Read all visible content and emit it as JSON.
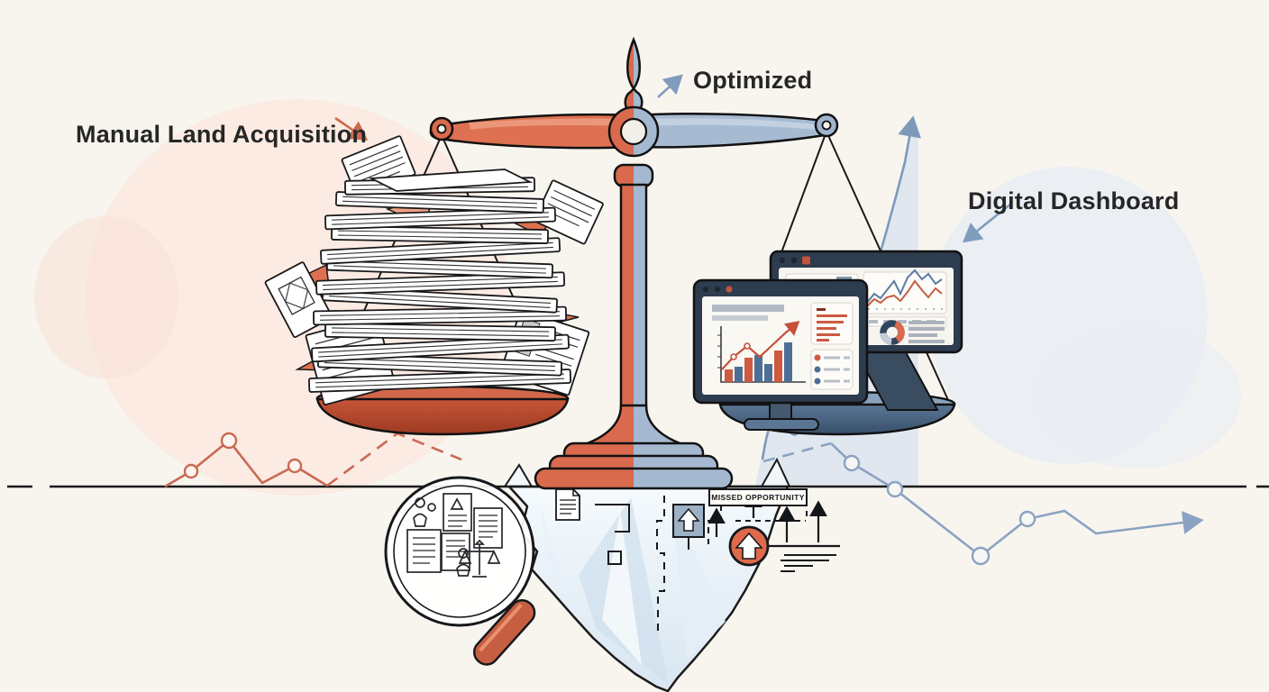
{
  "labels": {
    "manual": "Manual Land Acquisition",
    "optimized": "Optimized",
    "digital": "Digital Dashboard",
    "missed": "MISSED OPPORTUNITY"
  },
  "colors": {
    "background": "#f8f5ef",
    "accent_orange": "#d96a4d",
    "accent_blue": "#9fb4cc",
    "monitor_frame": "#2d3c4e",
    "ink": "#1a1a1a",
    "ice": "#e3edf5",
    "chart_red_line": "#c96a52",
    "chart_blue_line": "#8ba3c2"
  },
  "icons": {
    "scale": "balance-scale-icon",
    "papers": "paper-stack-icon",
    "monitors": "monitor-dashboard-icon",
    "iceberg": "iceberg-icon",
    "magnifier": "magnifier-icon",
    "orange_up": "up-arrow-badge-icon",
    "square_up": "up-arrow-box-icon",
    "document": "document-icon",
    "donut": "donut-chart-icon",
    "bars": "bar-chart-icon",
    "lines": "line-chart-icon"
  }
}
